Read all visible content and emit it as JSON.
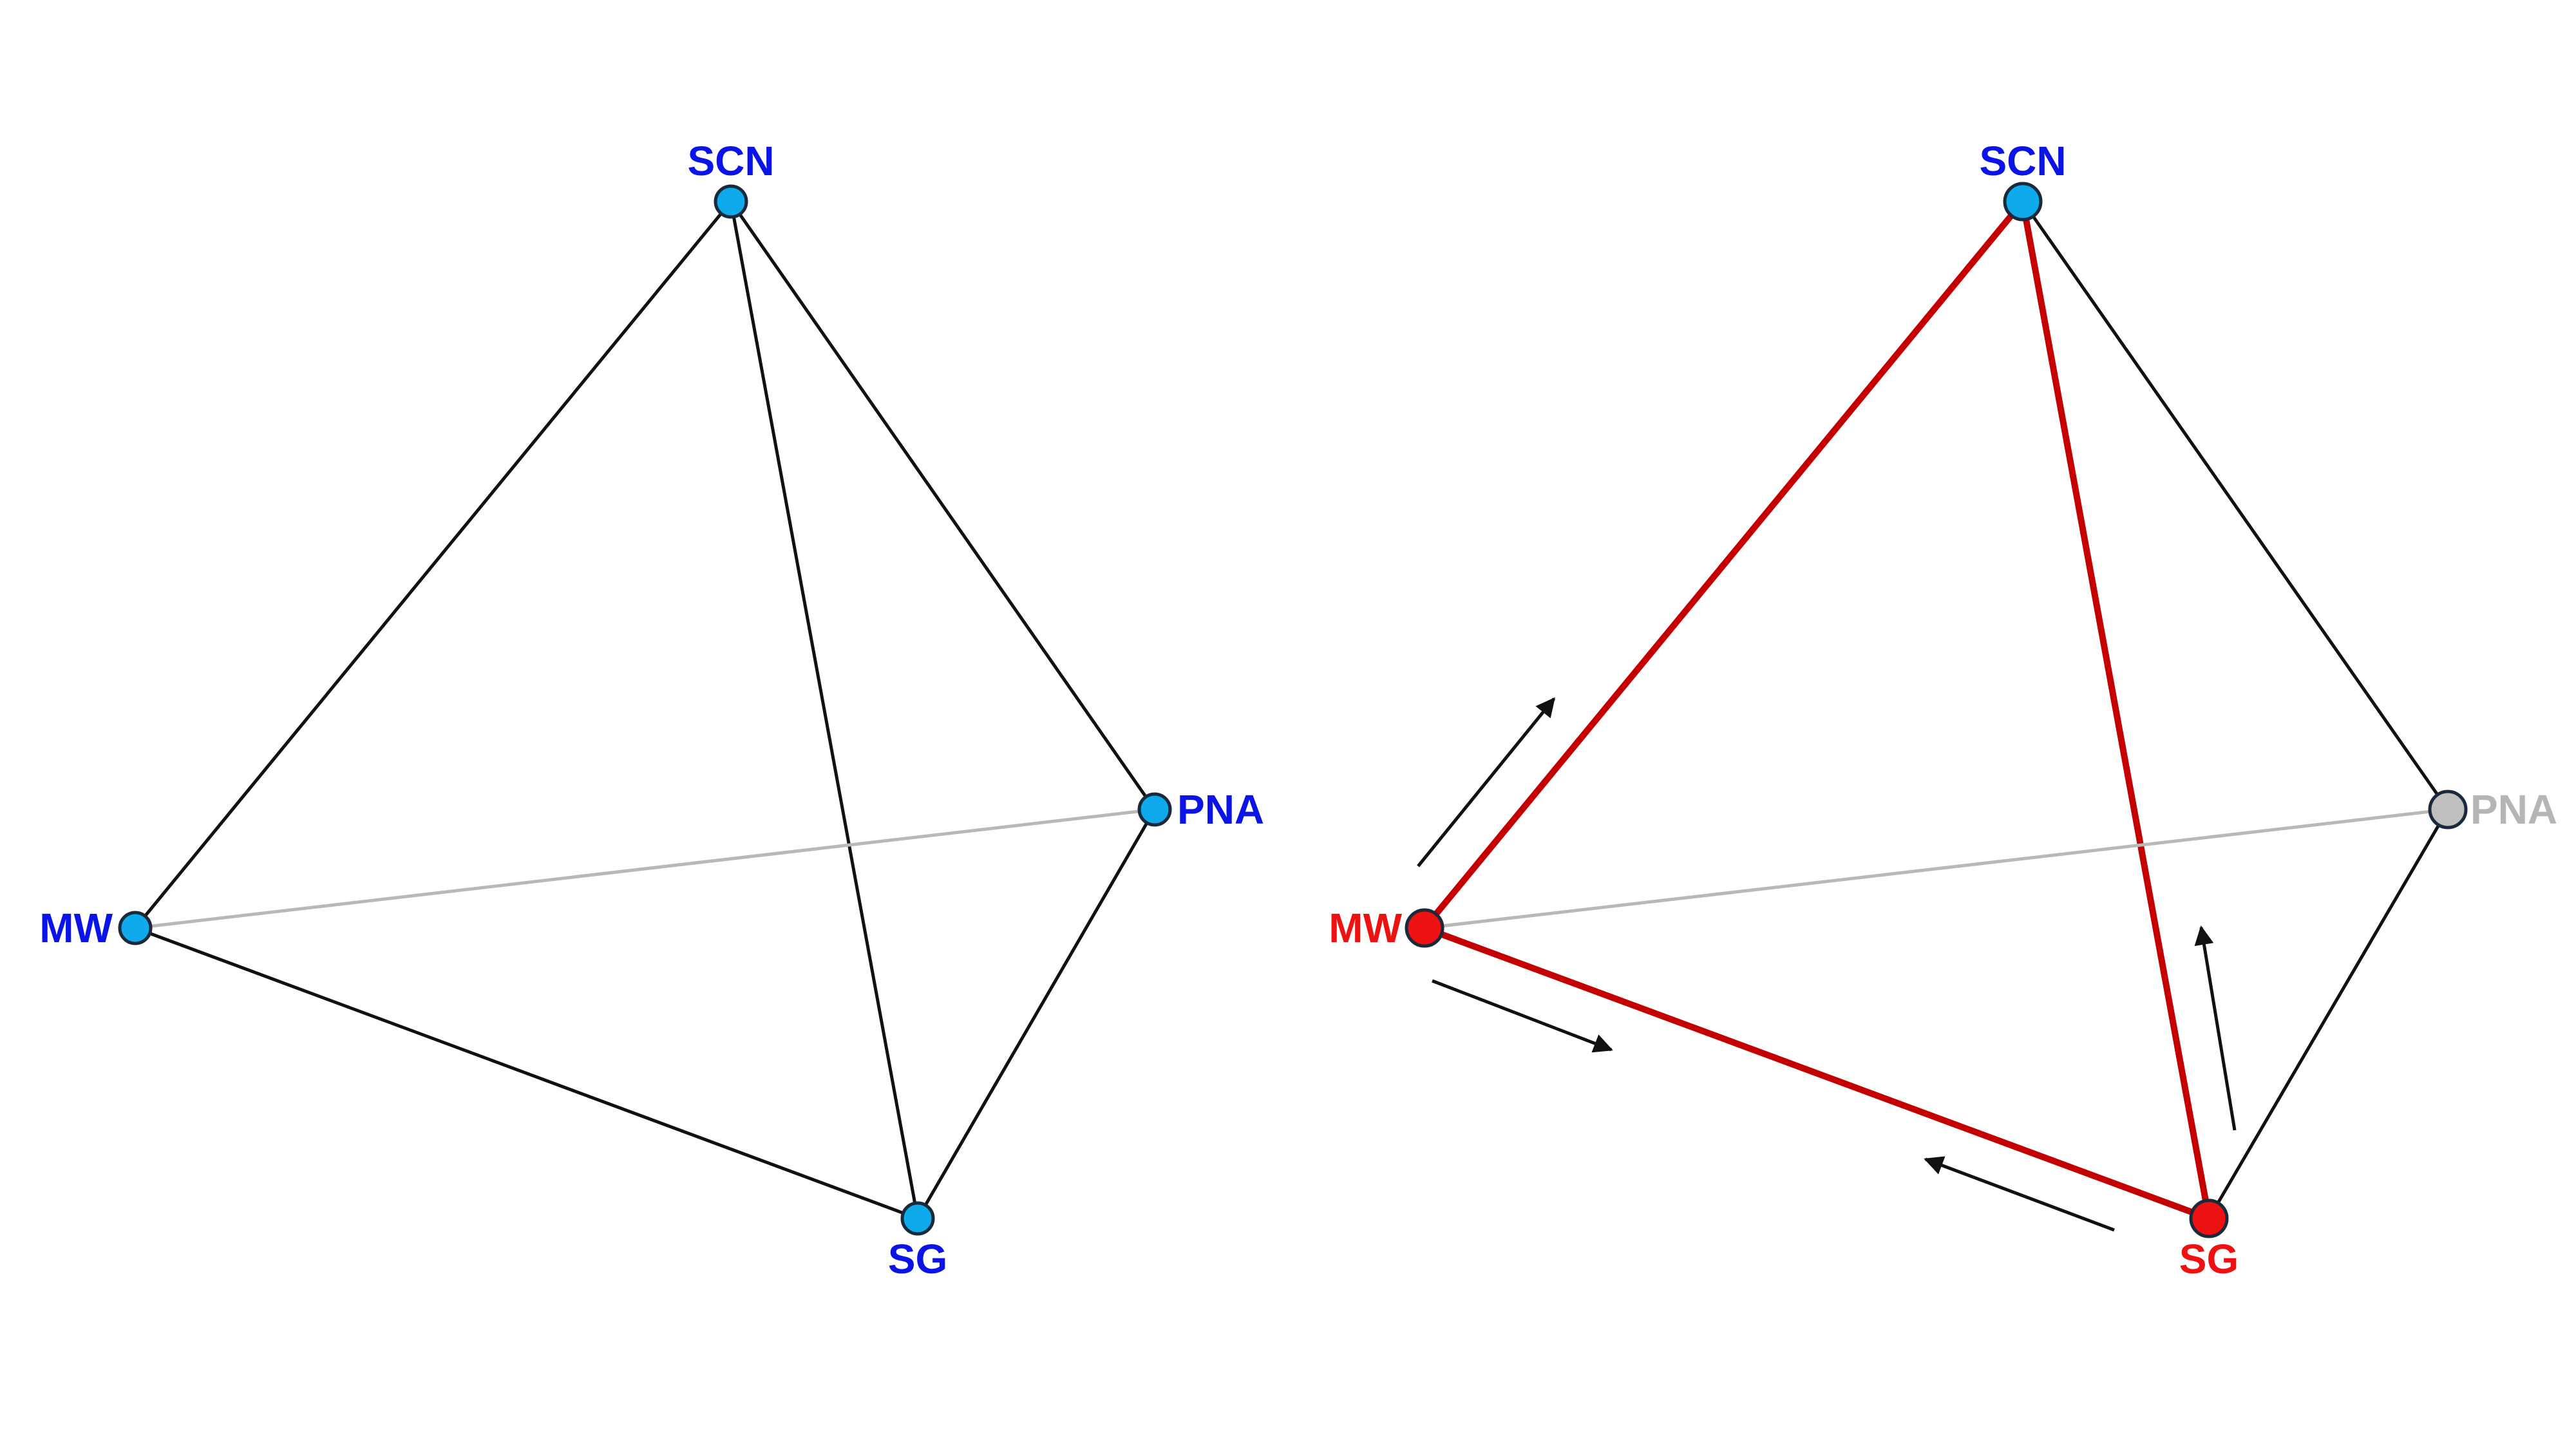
{
  "colors": {
    "background": "#ffffff",
    "node_fill": "#0eaaeb",
    "node_stroke": "#1b2a3a",
    "label_blue": "#0b14e6",
    "edge_black": "#111111",
    "edge_gray": "#b8b8b8",
    "highlight_red": "#c40000",
    "node_red": "#ee1111",
    "label_red": "#ee1111",
    "inactive_gray": "#bfbfbf",
    "label_gray": "#b5b5b5",
    "arrow_black": "#111111"
  },
  "diagrams": [
    {
      "id": "left",
      "nodes": [
        {
          "id": "SCN",
          "label": "SCN",
          "state": "active"
        },
        {
          "id": "PNA",
          "label": "PNA",
          "state": "active"
        },
        {
          "id": "MW",
          "label": "MW",
          "state": "active"
        },
        {
          "id": "SG",
          "label": "SG",
          "state": "active"
        }
      ],
      "edges": [
        {
          "from": "SCN",
          "to": "MW",
          "style": "normal"
        },
        {
          "from": "SCN",
          "to": "SG",
          "style": "normal"
        },
        {
          "from": "SCN",
          "to": "PNA",
          "style": "normal"
        },
        {
          "from": "MW",
          "to": "SG",
          "style": "normal"
        },
        {
          "from": "PNA",
          "to": "SG",
          "style": "normal"
        },
        {
          "from": "MW",
          "to": "PNA",
          "style": "hidden"
        }
      ],
      "arrows": []
    },
    {
      "id": "right",
      "nodes": [
        {
          "id": "SCN",
          "label": "SCN",
          "state": "active"
        },
        {
          "id": "PNA",
          "label": "PNA",
          "state": "inactive"
        },
        {
          "id": "MW",
          "label": "MW",
          "state": "highlight"
        },
        {
          "id": "SG",
          "label": "SG",
          "state": "highlight"
        }
      ],
      "edges": [
        {
          "from": "SCN",
          "to": "MW",
          "style": "highlight"
        },
        {
          "from": "SCN",
          "to": "SG",
          "style": "highlight"
        },
        {
          "from": "SCN",
          "to": "PNA",
          "style": "normal"
        },
        {
          "from": "MW",
          "to": "SG",
          "style": "highlight"
        },
        {
          "from": "PNA",
          "to": "SG",
          "style": "normal"
        },
        {
          "from": "MW",
          "to": "PNA",
          "style": "hidden"
        }
      ],
      "arrows": [
        {
          "along": "MW-SCN",
          "direction": "toward SCN"
        },
        {
          "along": "MW-SG",
          "direction": "toward SG"
        },
        {
          "along": "SG-MW",
          "direction": "toward MW"
        },
        {
          "along": "SG-SCN",
          "direction": "toward SCN"
        }
      ]
    }
  ]
}
